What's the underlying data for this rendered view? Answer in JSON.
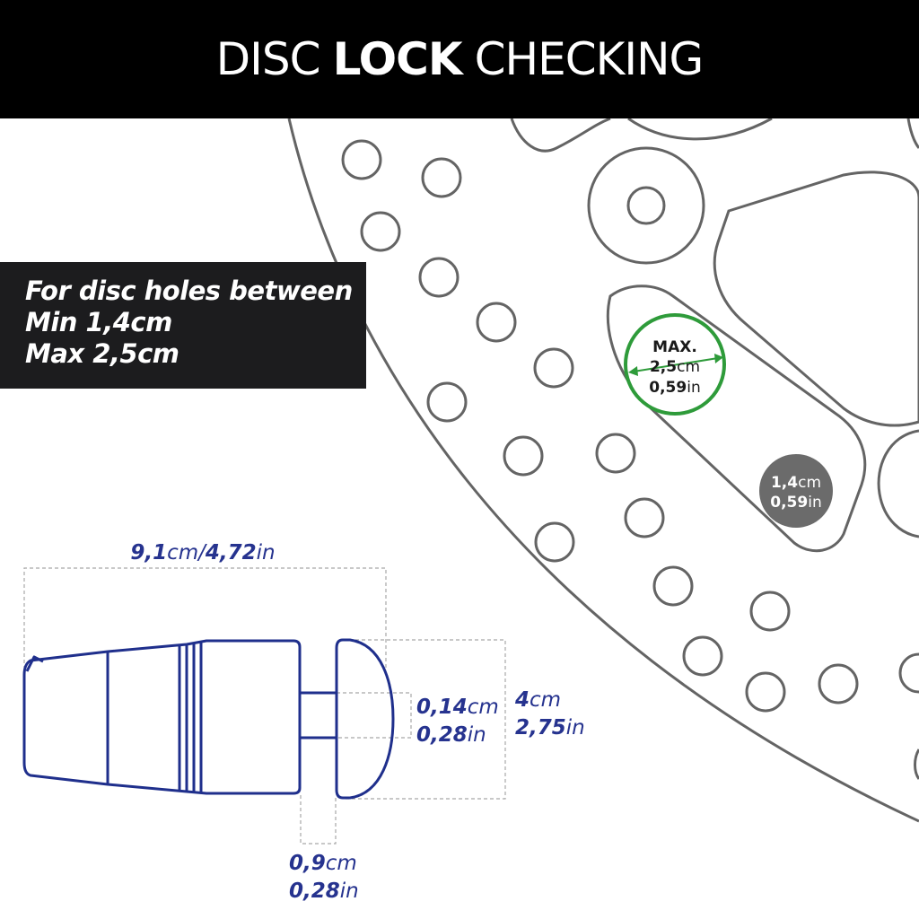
{
  "header": {
    "title_part1": "DISC",
    "title_part2": "LOCK",
    "title_part3": "CHECKING"
  },
  "info": {
    "line1": "For disc holes between",
    "line2": "Min 1,4cm",
    "line3": "Max 2,5cm"
  },
  "max_hole": {
    "label": "MAX.",
    "value_num": "2,5",
    "value_unit": "cm",
    "value_in_num": "0,59",
    "value_in_unit": "in"
  },
  "min_hole": {
    "value_num": "1,4",
    "value_unit": "cm",
    "value_in_num": "0,59",
    "value_in_unit": "in"
  },
  "dimensions": {
    "length": {
      "cm_num": "9,1",
      "cm_unit": "cm/",
      "in_num": "4,72",
      "in_unit": "in"
    },
    "pin": {
      "cm_num": "0,14",
      "cm_unit": "cm",
      "in_num": "0,28",
      "in_unit": "in"
    },
    "head": {
      "cm_num": "4",
      "cm_unit": "cm",
      "in_num": "2,75",
      "in_unit": "in"
    },
    "gap": {
      "cm_num": "0,9",
      "cm_unit": "cm",
      "in_num": "0,28",
      "in_unit": "in"
    }
  },
  "colors": {
    "header_bg": "#000000",
    "infobox_bg": "#1c1c1e",
    "outline": "#646464",
    "lock_blue": "#1f2f8c",
    "dim_text": "#26338f",
    "max_green": "#2e9b3a",
    "min_gray": "#6b6b6b",
    "dashed": "#a8a8a8"
  }
}
